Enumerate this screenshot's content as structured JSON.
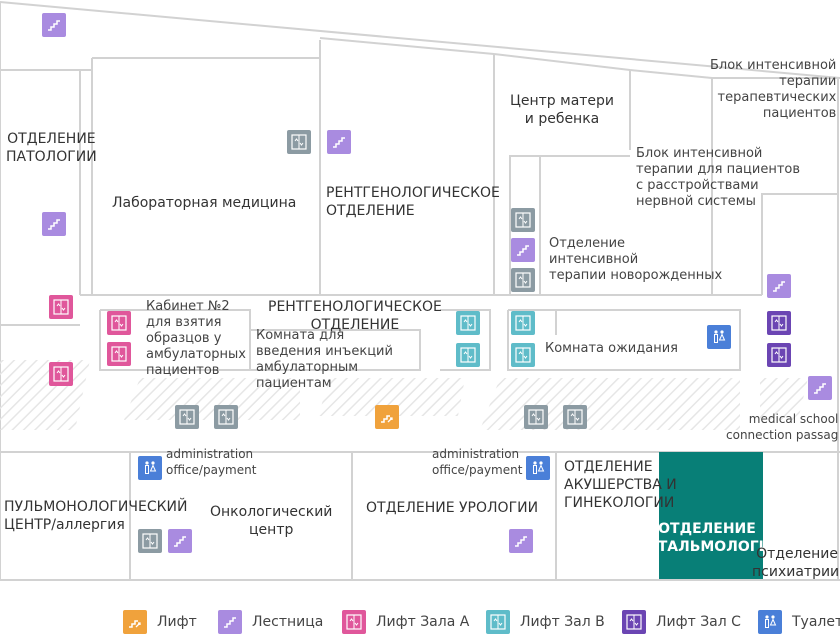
{
  "rooms": {
    "pathology": "ОТДЕЛЕНИЕ\nПАТОЛОГИИ",
    "lab": "Лабораторная медицина",
    "xray_upper": "РЕНТГЕНОЛОГИЧЕСКОЕ\nОТДЕЛЕНИЕ",
    "mother_child": "Центр матери\nи ребенка",
    "icu_therapy": "Блок интенсивной\nтерапии\nтерапевтических\nпациентов",
    "icu_neuro": "Блок интенсивной\nтерапии для пациентов\nс расстройствами\nнервной системы",
    "nicu": "Отделение\nинтенсивной\nтерапии новорожденных",
    "cabinet2": "Кабинет №2\nдля взятия\nобразцов у\nамбулаторных\nпациентов",
    "xray_lower": "РЕНТГЕНОЛОГИЧЕСКОЕ\nОТДЕЛЕНИЕ",
    "injection": "Комната для\nвведения инъекций\nамбулаторным\nпациентам",
    "waiting": "Комната ожидания",
    "med_school": "medical school\nconnection passag",
    "admin_left": "administration\noffice/payment",
    "admin_right": "administration\noffice/payment",
    "pulmo": "ПУЛЬМОНОЛОГИЧЕСКИЙ\nЦЕНТР/аллергия",
    "onco": "Онкологический\nцентр",
    "urology": "ОТДЕЛЕНИЕ УРОЛОГИИ",
    "obgyn": "ОТДЕЛЕНИЕ\nАКУШЕРСТВА И\nГИНЕКОЛОГИИ",
    "ophthalmo": "ОТДЕЛЕНИЕ\nОФТАЛЬМОЛОГИИ",
    "psych": "Отделение\nпсихиатрии"
  },
  "legend": [
    {
      "key": "lift",
      "label": "Лифт",
      "icon": "lift-icon",
      "color": "#f0a23c"
    },
    {
      "key": "stair",
      "label": "Лестница",
      "icon": "stairs-icon",
      "color": "#a98be0"
    },
    {
      "key": "liftA",
      "label": "Лифт Зала А",
      "icon": "elevator-icon",
      "color": "#e0579b"
    },
    {
      "key": "liftB",
      "label": "Лифт Зал В",
      "icon": "elevator-icon",
      "color": "#5fbcc9"
    },
    {
      "key": "liftC",
      "label": "Лифт Зал С",
      "icon": "elevator-icon",
      "color": "#6b45b3"
    },
    {
      "key": "wc",
      "label": "Туалет",
      "icon": "restroom-icon",
      "color": "#4a7fd8"
    }
  ],
  "colors": {
    "wall": "#cfcfcf",
    "highlight": "#087f77",
    "elevator_gray": "#8c9ba3"
  }
}
